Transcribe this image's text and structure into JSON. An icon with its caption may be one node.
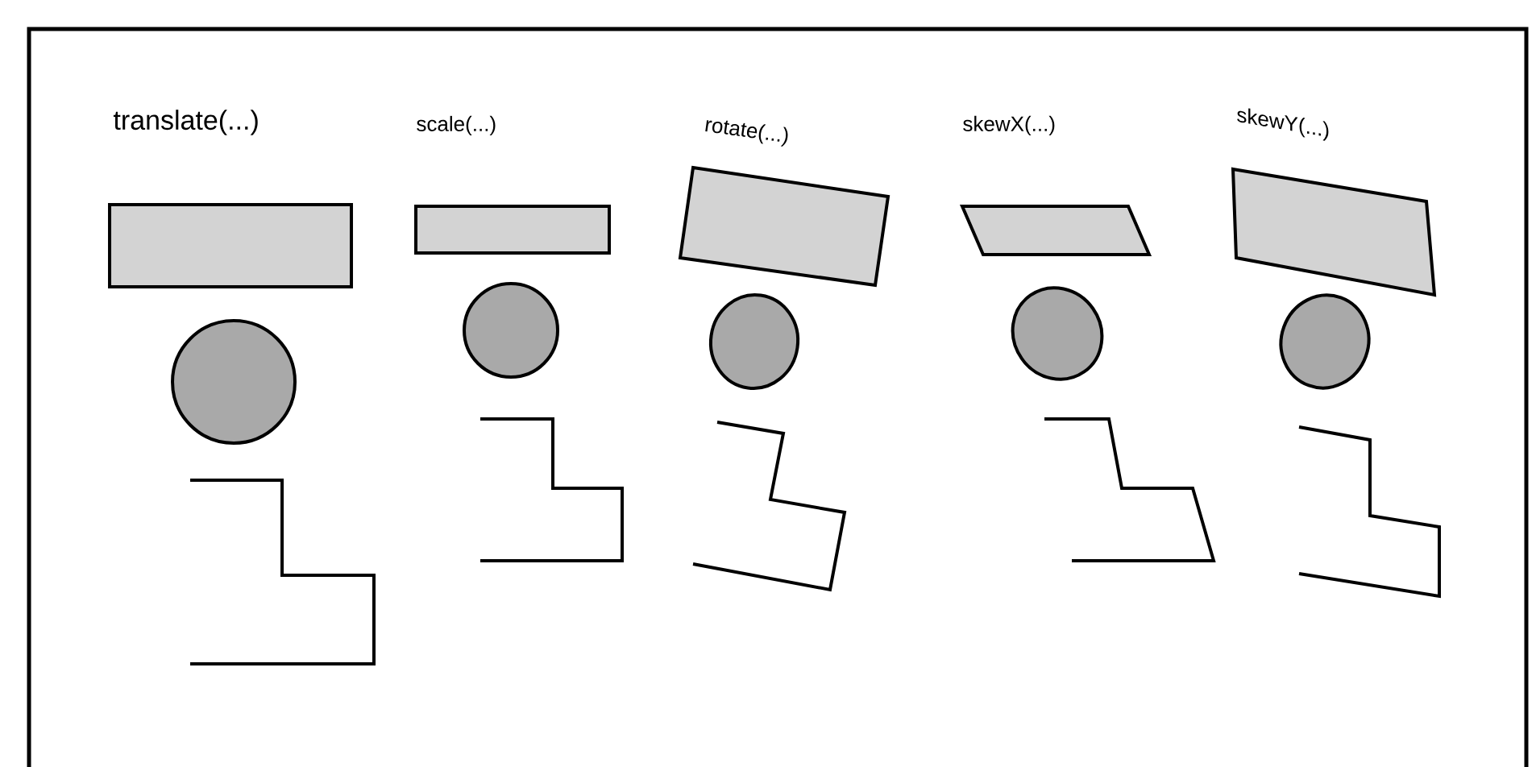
{
  "diagram": {
    "labels": [
      "translate(...)",
      "scale(...)",
      "rotate(...)",
      "skewX(...)",
      "skewY(...)"
    ]
  }
}
